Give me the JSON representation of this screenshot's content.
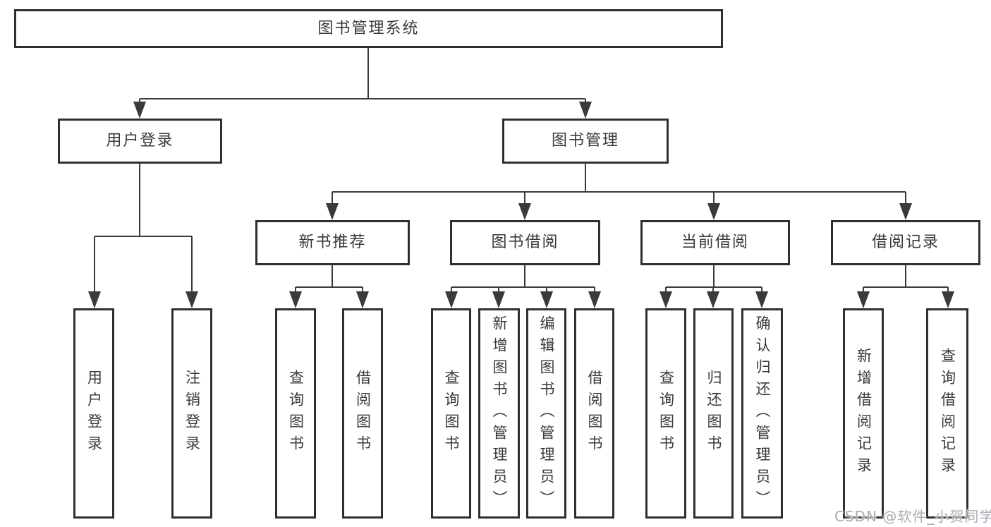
{
  "tree": {
    "label": "图书管理系统",
    "children": [
      {
        "label": "用户登录",
        "children": [
          {
            "label": "用户登录"
          },
          {
            "label": "注销登录"
          }
        ]
      },
      {
        "label": "图书管理",
        "children": [
          {
            "label": "新书推荐",
            "children": [
              {
                "label": "查询图书"
              },
              {
                "label": "借阅图书"
              }
            ]
          },
          {
            "label": "图书借阅",
            "children": [
              {
                "label": "查询图书"
              },
              {
                "label": "新增图书（管理员）"
              },
              {
                "label": "编辑图书（管理员）"
              },
              {
                "label": "借阅图书"
              }
            ]
          },
          {
            "label": "当前借阅",
            "children": [
              {
                "label": "查询图书"
              },
              {
                "label": "归还图书"
              },
              {
                "label": "确认归还（管理员）"
              }
            ]
          },
          {
            "label": "借阅记录",
            "children": [
              {
                "label": "新增借阅记录"
              },
              {
                "label": "查询借阅记录"
              }
            ]
          }
        ]
      }
    ]
  },
  "watermark": {
    "text": "CSDN @软件_小贺同学"
  },
  "colors": {
    "line": "#3a3a3a",
    "box_border": "#2f2f2f",
    "text": "#3a3a3a",
    "background": "#ffffff",
    "watermark": "#a8adb4"
  }
}
